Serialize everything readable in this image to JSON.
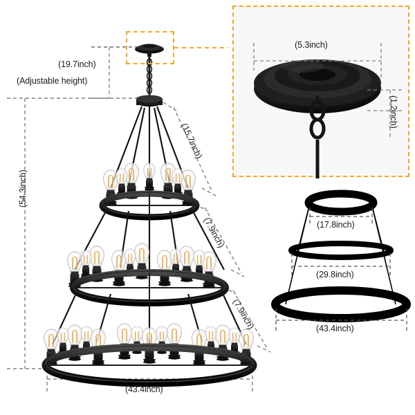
{
  "product": {
    "type": "3-tier wagon wheel chandelier",
    "finish_color": "#1a1a1a",
    "filament_color": "#e8a33d"
  },
  "style": {
    "dimension_line_color": "#808080",
    "callout_color": "#f5a623",
    "inset_background": "#f7f7f7",
    "page_background": "#ffffff"
  },
  "main_view": {
    "labels": {
      "chain_height": "(19.7inch)",
      "chain_note": "(Adjustable height)",
      "total_height": "(54.3inch)",
      "upper_rod": "(15.7inch)",
      "middle_rod": "(7.9inch)",
      "lower_rod": "(7.9inch)",
      "bottom_width": "(43.4inch)"
    }
  },
  "canopy_inset": {
    "labels": {
      "canopy_width": "(5.3inch)",
      "canopy_height": "(1.2inch)"
    }
  },
  "tier_schematic": {
    "labels": {
      "top_ring": "(17.8inch)",
      "middle_ring": "(29.8inch)",
      "bottom_ring": "(43.4inch)"
    }
  }
}
